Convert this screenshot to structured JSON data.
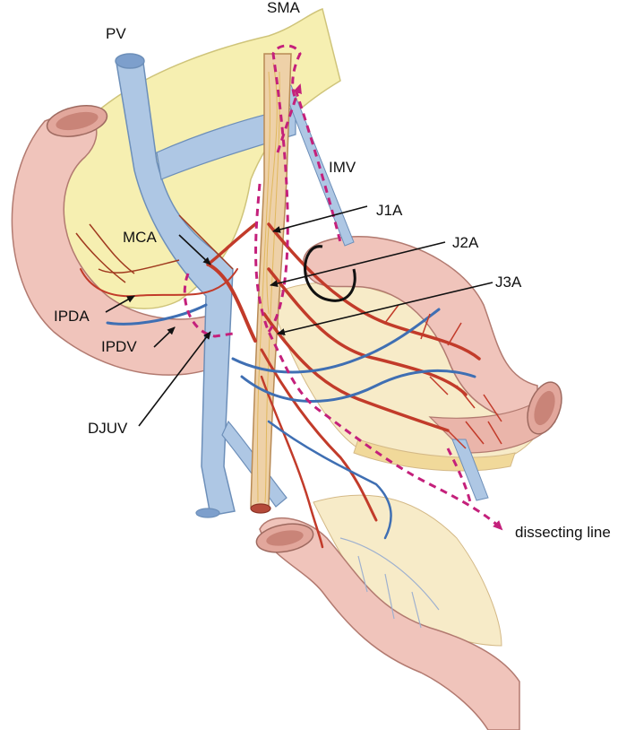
{
  "labels": {
    "sma": "SMA",
    "pv": "PV",
    "imv": "IMV",
    "j1a": "J1A",
    "j2a": "J2A",
    "j3a": "J3A",
    "mca": "MCA",
    "ipda": "IPDA",
    "ipdv": "IPDV",
    "djuv": "DJUV",
    "dissecting_line": "dissecting line"
  },
  "colors": {
    "pancreas": "#f6efb1",
    "bowel": "#f0c4bb",
    "bowel_dark": "#d89a90",
    "vein": "#aec7e4",
    "vein_dark": "#3f6fb3",
    "artery": "#c23b2a",
    "nerve": "#e7c779",
    "mesentery": "#f7ebc8",
    "dissecting_line": "#c4207b"
  }
}
